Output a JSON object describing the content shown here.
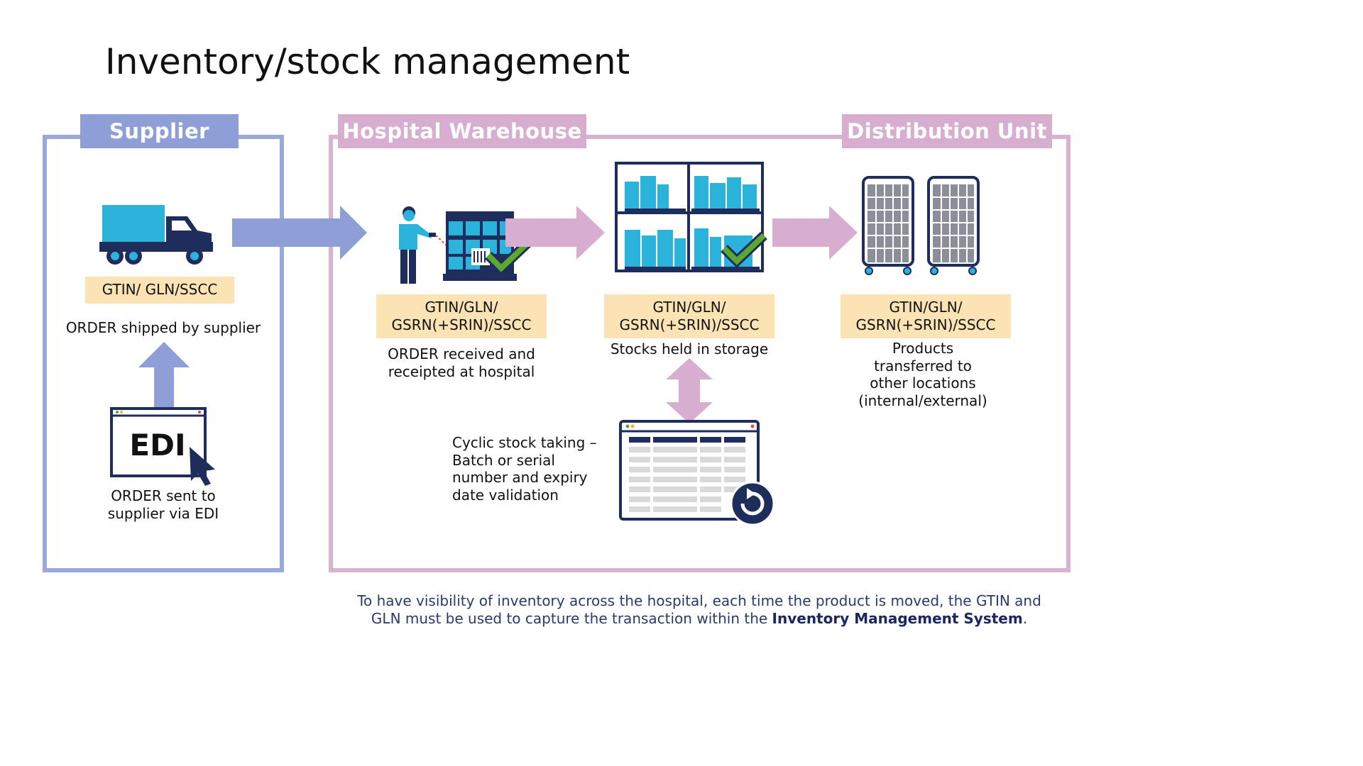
{
  "title": "Inventory/stock management",
  "sections": {
    "supplier": "Supplier",
    "hospital": "Hospital Warehouse",
    "distribution": "Distribution Unit"
  },
  "supplier": {
    "codes": "GTIN/ GLN/SSCC",
    "shipped_label": "ORDER shipped by supplier",
    "edi_text": "EDI",
    "edi_label": "ORDER sent to\nsupplier via EDI"
  },
  "receipt": {
    "codes": "GTIN/GLN/\nGSRN(+SRIN)/SSCC",
    "label": "ORDER received and\nreceipted at hospital"
  },
  "storage": {
    "codes": "GTIN/GLN/\nGSRN(+SRIN)/SSCC",
    "label": "Stocks held in storage"
  },
  "transfer": {
    "codes": "GTIN/GLN/\nGSRN(+SRIN)/SSCC",
    "label": "Products\ntransferred to\nother locations\n(internal/external)"
  },
  "stocktake": {
    "label": "Cyclic stock taking –\nBatch or serial\nnumber and expiry\ndate validation"
  },
  "footer": {
    "line1": "To have visibility of inventory across the hospital, each time the product is moved, the GTIN and",
    "line2_pre": "GLN must be used to capture the transaction within the ",
    "line2_bold": "Inventory Management System",
    "line2_post": "."
  },
  "colors": {
    "supplier_accent": "#8e9fd8",
    "hospital_accent": "#d8aed0",
    "code_box": "#fbe3b4",
    "navy": "#1f2d5c",
    "cyan": "#2bb3dc",
    "check_green": "#5aa82d"
  }
}
